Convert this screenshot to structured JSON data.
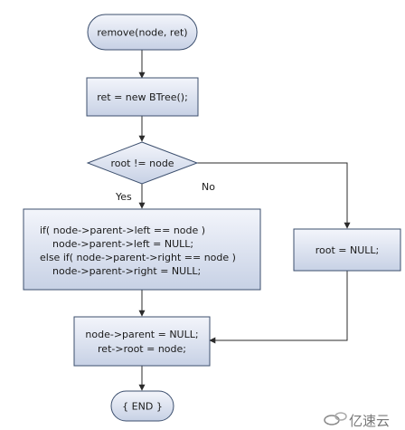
{
  "nodes": {
    "start": "remove(node, ret)",
    "assign_ret": "ret = new BTree();",
    "decision": "root != node",
    "yes_block": [
      "if( node->parent->left == node )",
      "    node->parent->left = NULL;",
      "else if( node->parent->right == node )",
      "    node->parent->right = NULL;"
    ],
    "no_block": "root = NULL;",
    "merge_block": [
      "node->parent = NULL;",
      "ret->root = node;"
    ],
    "end": "{ END }"
  },
  "edges": {
    "yes_label": "Yes",
    "no_label": "No"
  },
  "watermark": {
    "text": "亿速云"
  },
  "colors": {
    "fill_light": "#eef1f8",
    "fill_dark": "#c9d3e6",
    "border": "#3c4f6e",
    "line": "#2b2b2b"
  }
}
